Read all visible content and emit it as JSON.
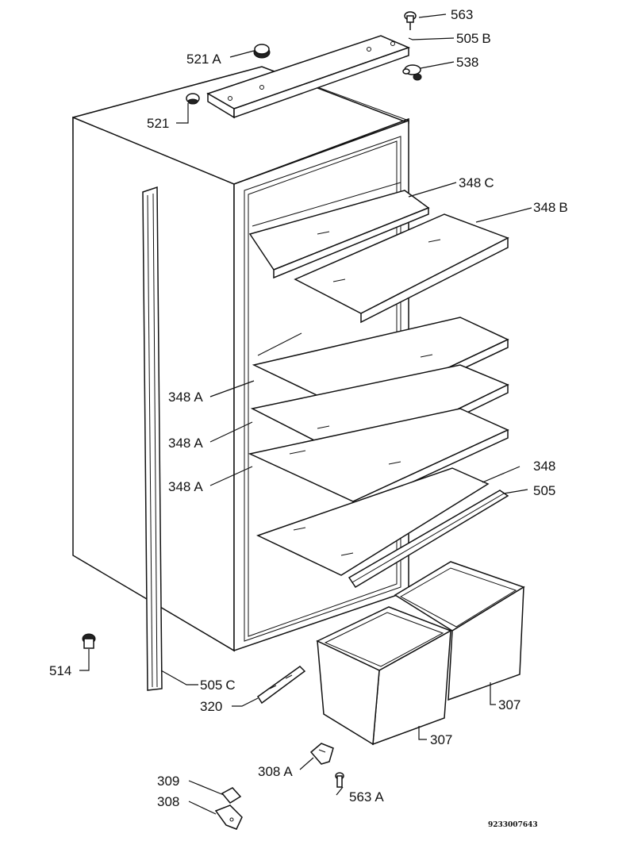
{
  "labels": {
    "p563": {
      "num": "563",
      "suffix": ""
    },
    "p505b": {
      "num": "505",
      "suffix": "B"
    },
    "p538": {
      "num": "538",
      "suffix": ""
    },
    "p521a": {
      "num": "521",
      "suffix": "A"
    },
    "p521": {
      "num": "521",
      "suffix": ""
    },
    "p348c": {
      "num": "348",
      "suffix": "C"
    },
    "p348b": {
      "num": "348",
      "suffix": "B"
    },
    "p348a_1": {
      "num": "348",
      "suffix": "A"
    },
    "p348a_2": {
      "num": "348",
      "suffix": "A"
    },
    "p348a_3": {
      "num": "348",
      "suffix": "A"
    },
    "p348": {
      "num": "348",
      "suffix": ""
    },
    "p505": {
      "num": "505",
      "suffix": ""
    },
    "p514": {
      "num": "514",
      "suffix": ""
    },
    "p505c": {
      "num": "505",
      "suffix": "C"
    },
    "p320": {
      "num": "320",
      "suffix": ""
    },
    "p307_right": {
      "num": "307",
      "suffix": ""
    },
    "p307_left": {
      "num": "307",
      "suffix": ""
    },
    "p308a": {
      "num": "308",
      "suffix": "A"
    },
    "p563a": {
      "num": "563",
      "suffix": "A"
    },
    "p309": {
      "num": "309",
      "suffix": ""
    },
    "p308": {
      "num": "308",
      "suffix": ""
    }
  },
  "drawing_code": "9233007643"
}
